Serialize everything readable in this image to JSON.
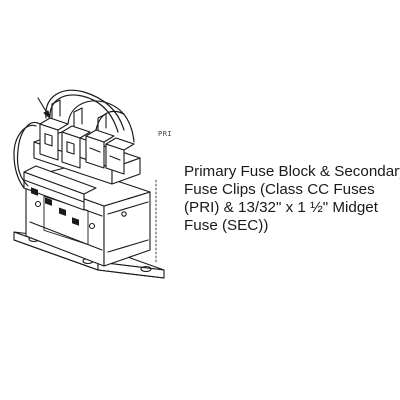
{
  "diagram": {
    "callout_lines": [
      "Primary Fuse Block & Secondary",
      "Fuse Clips (Class CC Fuses",
      "(PRI)  & 13/32\" x 1 ½\" Midget",
      "Fuse (SEC))"
    ],
    "pri_tag": "PRI"
  }
}
